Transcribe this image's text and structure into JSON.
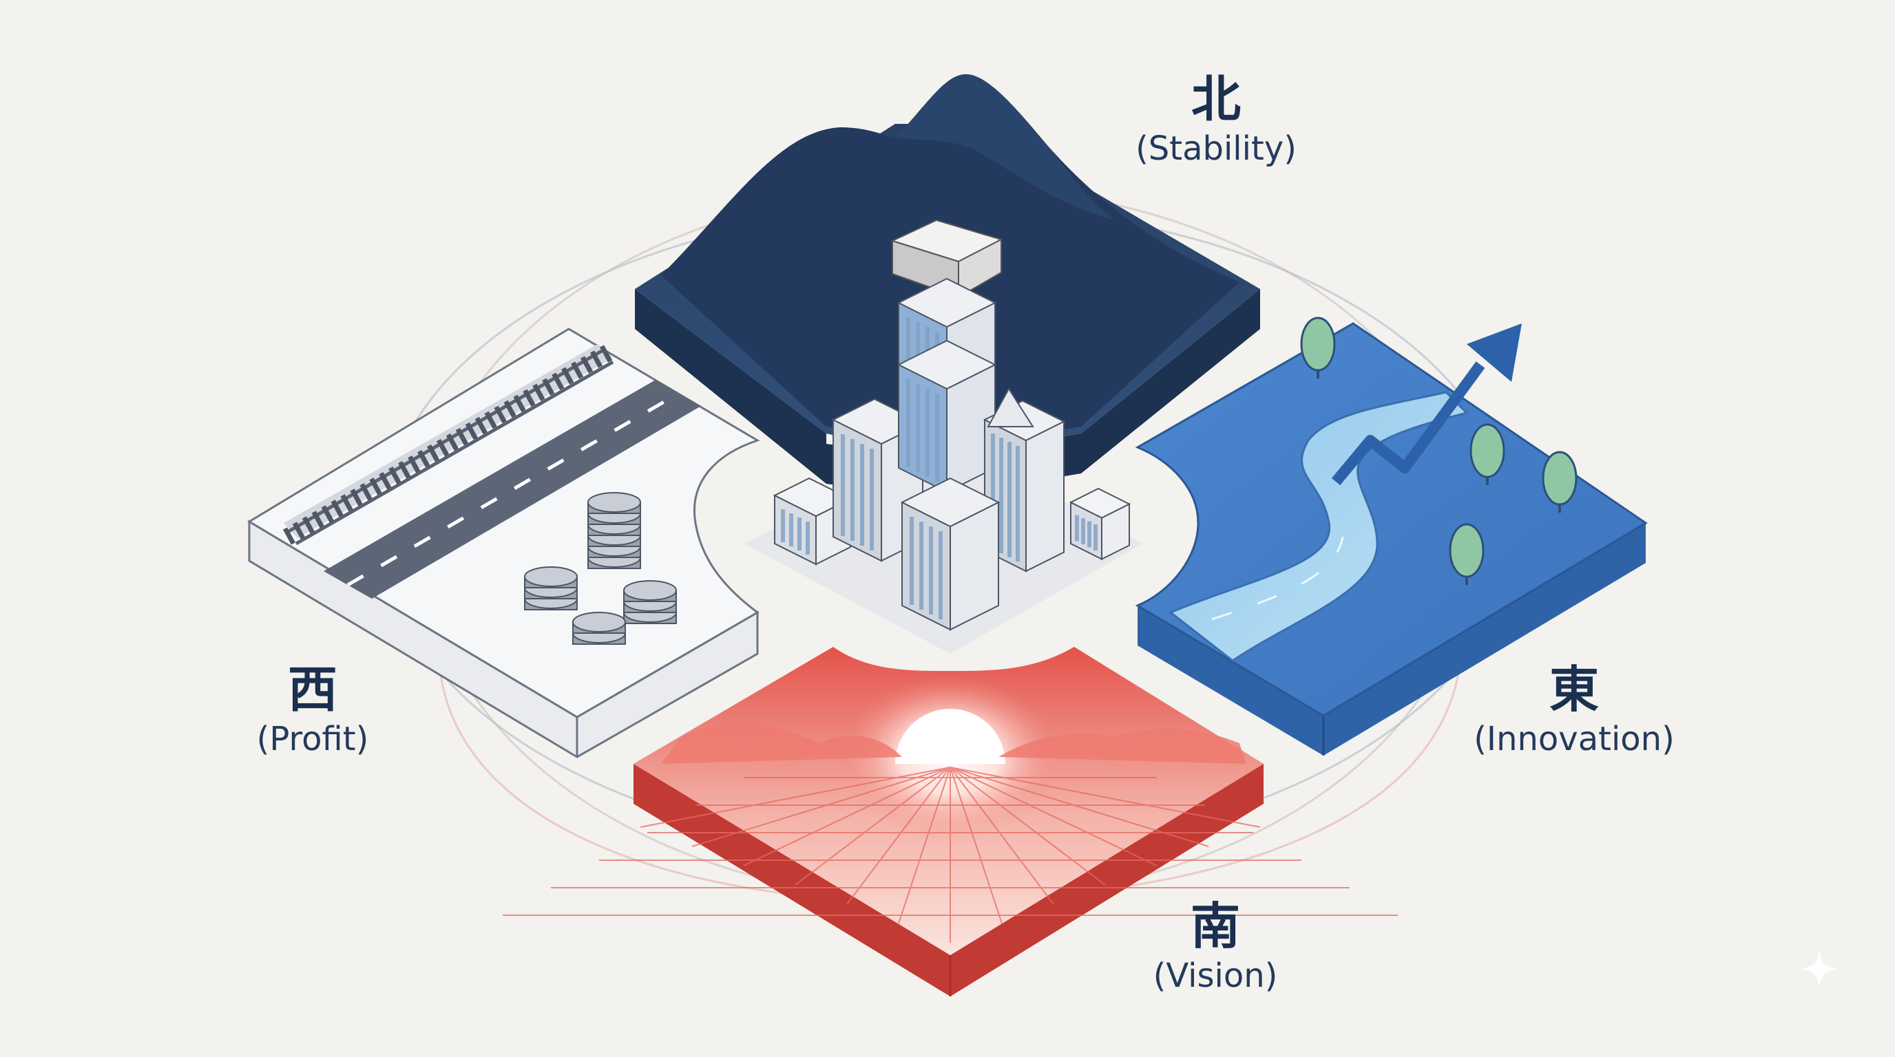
{
  "directions": {
    "north": {
      "kanji": "北",
      "label": "(Stability)"
    },
    "west": {
      "kanji": "西",
      "label": "(Profit)"
    },
    "east": {
      "kanji": "東",
      "label": "(Innovation)"
    },
    "south": {
      "kanji": "南",
      "label": "(Vision)"
    }
  },
  "colors": {
    "background": "#f3f2ee",
    "north_navy": "#22395c",
    "west_gray": "#e6e9ef",
    "east_blue": "#3f78c0",
    "south_red": "#d9463e",
    "text": "#1e3354"
  },
  "icons": [
    "mountain-icon",
    "railway-icon",
    "road-icon",
    "coin-stack-icon",
    "river-icon",
    "tree-icon",
    "growth-arrow-icon",
    "sunrise-icon",
    "city-buildings-icon",
    "sparkle-icon"
  ]
}
